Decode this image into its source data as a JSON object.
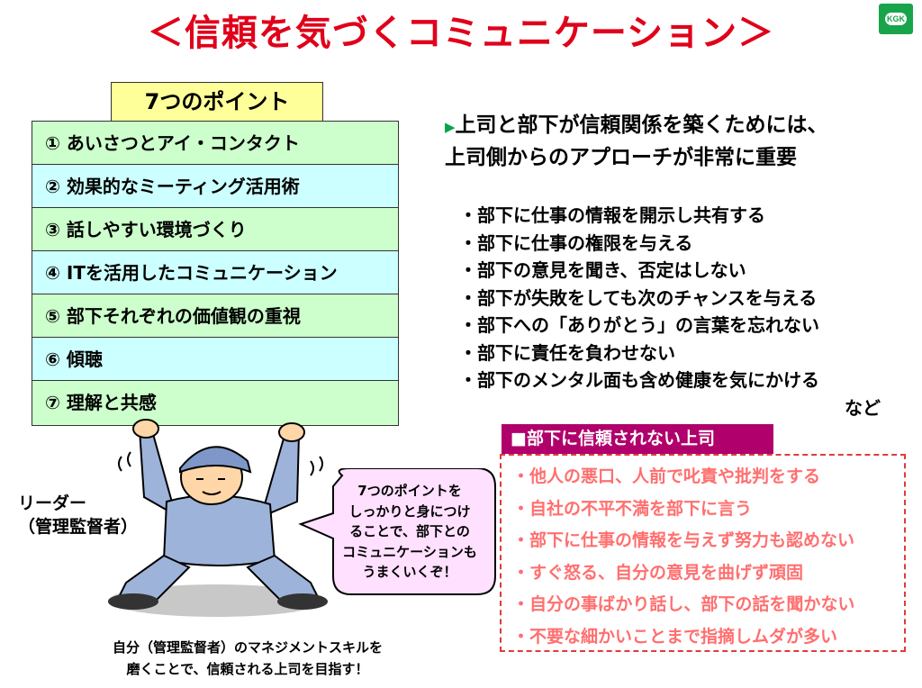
{
  "title": "＜信頼を気づくコミュニケーション＞",
  "logo": {
    "text": "KGK",
    "color": "#17a44a"
  },
  "points": {
    "header": "7つのポイント",
    "items": [
      "① あいさつとアイ・コンタクト",
      "② 効果的なミーティング活用術",
      "③ 話しやすい環境づくり",
      "④ ITを活用したコミュニケーション",
      "⑤ 部下それぞれの価値観の重視",
      "⑥ 傾聴",
      "⑦ 理解と共感"
    ]
  },
  "lead": {
    "line1": "上司と部下が信頼関係を築くためには、",
    "line2": "上司側からのアプローチが非常に重要"
  },
  "tips": {
    "items": [
      "・部下に仕事の情報を開示し共有する",
      "・部下に仕事の権限を与える",
      "・部下の意見を聞き、否定はしない",
      "・部下が失敗をしても次のチャンスを与える",
      "・部下への「ありがとう」の言葉を忘れない",
      "・部下に責任を負わせない",
      "・部下のメンタル面も含め健康を気にかける"
    ],
    "etc": "など"
  },
  "untrusted": {
    "header": "■部下に信頼されない上司",
    "items": [
      "・他人の悪口、人前で叱責や批判をする",
      "・自社の不平不満を部下に言う",
      "・部下に仕事の情報を与えず努力も認めない",
      "・すぐ怒る、自分の意見を曲げず頑固",
      "・自分の事ばかり話し、部下の話を聞かない",
      "・不要な細かいことまで指摘しムダが多い"
    ]
  },
  "leader": {
    "line1": "リーダー",
    "line2": "（管理監督者）"
  },
  "bubble": {
    "lines": [
      "7つのポイントを",
      "しっかりと身につけ",
      "ることで、部下との",
      "コミュニケーションも",
      "うまくいくぞ！"
    ]
  },
  "caption": {
    "line1": "自分（管理監督者）のマネジメントスキルを",
    "line2": "磨くことで、信頼される上司を目指す！"
  },
  "colors": {
    "title": "#e0001a",
    "row_green": "#ccffcc",
    "row_cyan": "#ccffff",
    "points_header": "#ffff99",
    "bad_header": "#b0006b",
    "bad_text": "#ff6f6f",
    "bubble_fill": "#ffe0ff"
  }
}
